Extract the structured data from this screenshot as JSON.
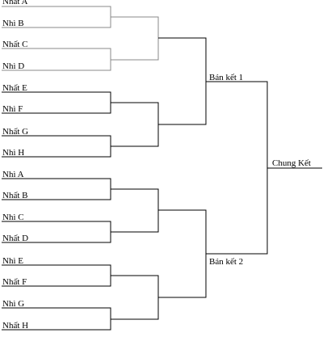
{
  "bracket": {
    "teams": [
      "Nhất A",
      "Nhì B",
      "Nhất C",
      "Nhì D",
      "Nhất E",
      "Nhì F",
      "Nhất G",
      "Nhì H",
      "Nhì A",
      "Nhất B",
      "Nhì C",
      "Nhất D",
      "Nhì E",
      "Nhất F",
      "Nhì G",
      "Nhất H"
    ],
    "semifinal_1_label": "Bán kết 1",
    "semifinal_2_label": "Bán kết 2",
    "final_label": "Chung Kết"
  },
  "colors": {
    "line": "#000000",
    "line_light": "#888888",
    "text": "#000000",
    "background": "#ffffff"
  }
}
